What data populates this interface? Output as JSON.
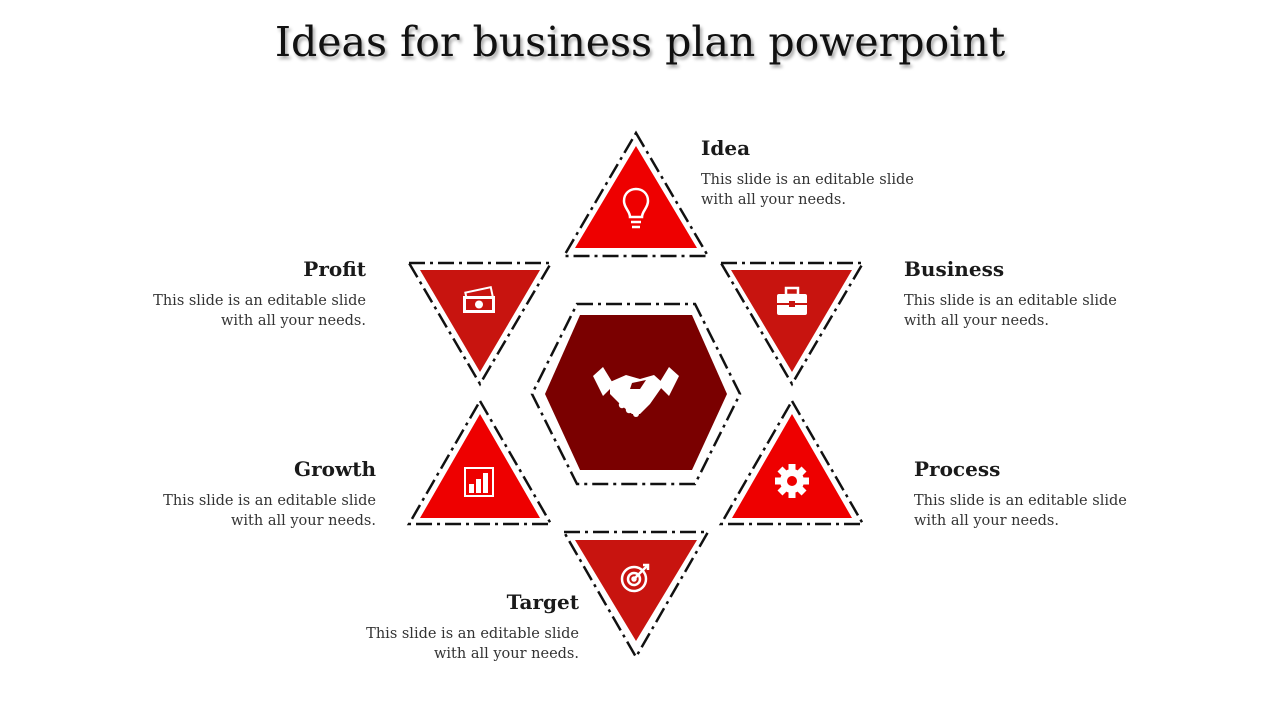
{
  "title": "Ideas for business plan powerpoint",
  "colors": {
    "bright_red": "#ee0000",
    "mid_red": "#c8140f",
    "dark_red": "#7a0000",
    "outline": "#111111"
  },
  "items": [
    {
      "key": "idea",
      "heading": "Idea",
      "text": "This slide is an editable slide with all your needs.",
      "icon": "lightbulb-icon"
    },
    {
      "key": "business",
      "heading": "Business",
      "text": "This slide is an editable slide with all your needs.",
      "icon": "briefcase-icon"
    },
    {
      "key": "process",
      "heading": "Process",
      "text": "This slide is an editable slide with all your needs.",
      "icon": "gear-icon"
    },
    {
      "key": "target",
      "heading": "Target",
      "text": "This slide is an editable slide with all your needs.",
      "icon": "target-icon"
    },
    {
      "key": "growth",
      "heading": "Growth",
      "text": "This slide is an editable slide with all your needs.",
      "icon": "bar-chart-icon"
    },
    {
      "key": "profit",
      "heading": "Profit",
      "text": "This slide is an editable slide with all your needs.",
      "icon": "money-icon"
    }
  ],
  "center_icon": "handshake-icon"
}
